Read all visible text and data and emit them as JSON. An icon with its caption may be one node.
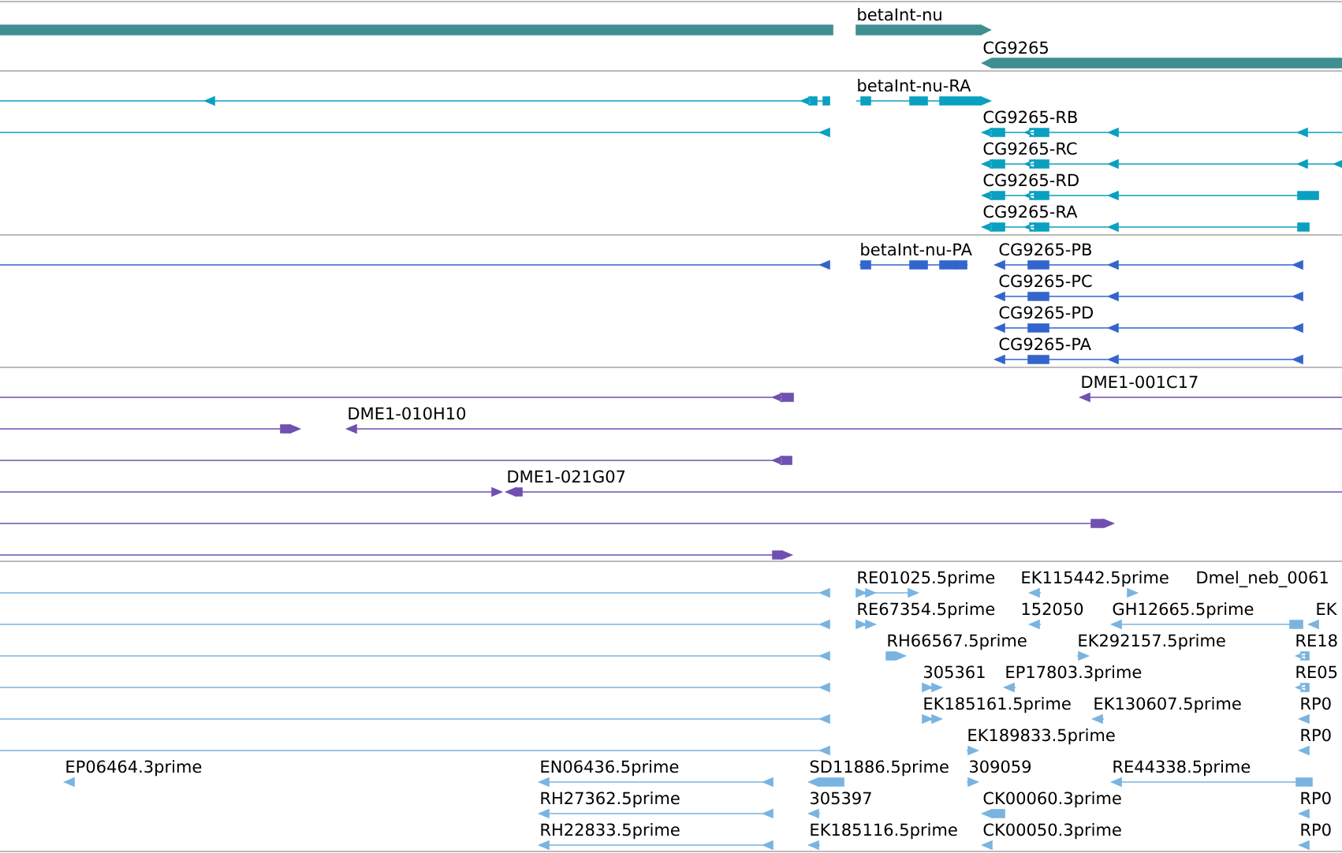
{
  "diagram": {
    "labels": [
      "betaInt-nu",
      "CG9265",
      "betaInt-nu-RA",
      "CG9265-RB",
      "CG9265-RC",
      "CG9265-RD",
      "CG9265-RA",
      "betaInt-nu-PA",
      "CG9265-PB",
      "CG9265-PC",
      "CG9265-PD",
      "CG9265-PA",
      "DME1-001C17",
      "DME1-010H10",
      "DME1-021G07",
      "RE01025.5prime",
      "EK115442.5prime",
      "Dmel_neb_0061",
      "RE67354.5prime",
      "152050",
      "GH12665.5prime",
      "EK",
      "RH66567.5prime",
      "EK292157.5prime",
      "RE18",
      "305361",
      "EP17803.3prime",
      "RE05",
      "EK185161.5prime",
      "EK130607.5prime",
      "RP0",
      "EK189833.5prime",
      "RP0",
      "EP06464.3prime",
      "EN06436.5prime",
      "SD11886.5prime",
      "309059",
      "RE44338.5prime",
      "RH27362.5prime",
      "305397",
      "CK00060.3prime",
      "RP0",
      "RH22833.5prime",
      "EK185116.5prime",
      "CK00050.3prime",
      "RP0"
    ]
  }
}
